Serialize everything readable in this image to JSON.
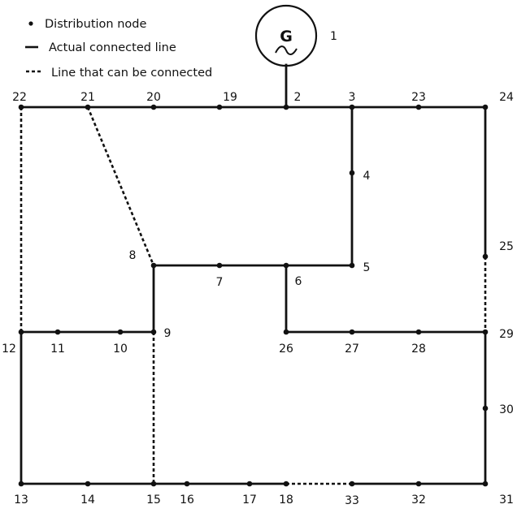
{
  "legend": {
    "node_label": "Distribution node",
    "solid_label": "Actual connected line",
    "dashed_label": "Line that can be connected"
  },
  "generator": {
    "symbol": "G",
    "number": "1"
  },
  "nodes": [
    {
      "id": "2",
      "label": "2"
    },
    {
      "id": "3",
      "label": "3"
    },
    {
      "id": "4",
      "label": "4"
    },
    {
      "id": "5",
      "label": "5"
    },
    {
      "id": "6",
      "label": "6"
    },
    {
      "id": "7",
      "label": "7"
    },
    {
      "id": "8",
      "label": "8"
    },
    {
      "id": "9",
      "label": "9"
    },
    {
      "id": "10",
      "label": "10"
    },
    {
      "id": "11",
      "label": "11"
    },
    {
      "id": "12",
      "label": "12"
    },
    {
      "id": "13",
      "label": "13"
    },
    {
      "id": "14",
      "label": "14"
    },
    {
      "id": "15",
      "label": "15"
    },
    {
      "id": "16",
      "label": "16"
    },
    {
      "id": "17",
      "label": "17"
    },
    {
      "id": "18",
      "label": "18"
    },
    {
      "id": "19",
      "label": "19"
    },
    {
      "id": "20",
      "label": "20"
    },
    {
      "id": "21",
      "label": "21"
    },
    {
      "id": "22",
      "label": "22"
    },
    {
      "id": "23",
      "label": "23"
    },
    {
      "id": "24",
      "label": "24"
    },
    {
      "id": "25",
      "label": "25"
    },
    {
      "id": "26",
      "label": "26"
    },
    {
      "id": "27",
      "label": "27"
    },
    {
      "id": "28",
      "label": "28"
    },
    {
      "id": "29",
      "label": "29"
    },
    {
      "id": "30",
      "label": "30"
    },
    {
      "id": "31",
      "label": "31"
    },
    {
      "id": "32",
      "label": "32"
    },
    {
      "id": "33",
      "label": "33"
    }
  ],
  "connected_lines": [
    [
      "G",
      "2"
    ],
    [
      "22",
      "2"
    ],
    [
      "2",
      "24"
    ],
    [
      "3",
      "5"
    ],
    [
      "8",
      "5"
    ],
    [
      "6",
      "26"
    ],
    [
      "26",
      "29"
    ],
    [
      "24",
      "25"
    ],
    [
      "29",
      "31"
    ],
    [
      "8",
      "9"
    ],
    [
      "12",
      "9"
    ],
    [
      "12",
      "13"
    ],
    [
      "13",
      "18"
    ],
    [
      "33",
      "31"
    ]
  ],
  "possible_lines": [
    [
      "21",
      "8"
    ],
    [
      "22",
      "12"
    ],
    [
      "25",
      "29"
    ],
    [
      "9",
      "15"
    ],
    [
      "18",
      "33"
    ]
  ]
}
